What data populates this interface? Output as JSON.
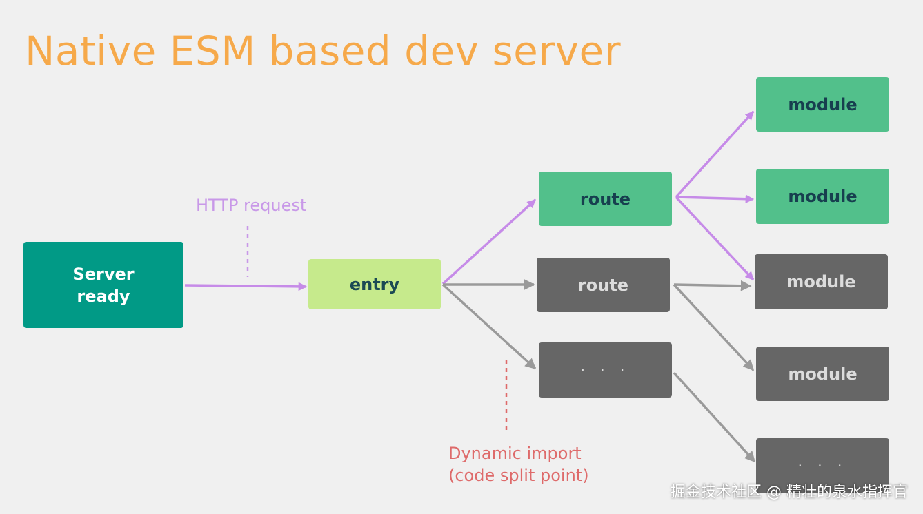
{
  "title": "Native ESM based dev server",
  "nodes": {
    "server": "Server\nready",
    "entry": "entry",
    "route_active": "route",
    "route_inactive": "route",
    "more_routes": "· · ·",
    "module_1": "module",
    "module_2": "module",
    "module_3": "module",
    "module_4": "module",
    "more_modules": "· · ·"
  },
  "labels": {
    "http": "HTTP request",
    "dynamic": "Dynamic import\n(code split point)"
  },
  "watermark": "掘金技术社区 @ 精壮的泉水指挥官",
  "colors": {
    "title": "#f6a94a",
    "server": "#019a86",
    "entry": "#c6ea8c",
    "active": "#52c08b",
    "inactive": "#666666",
    "request_arrow": "#c68be8",
    "inactive_arrow": "#9a9a9a",
    "dynamic_label": "#de6a6a"
  }
}
